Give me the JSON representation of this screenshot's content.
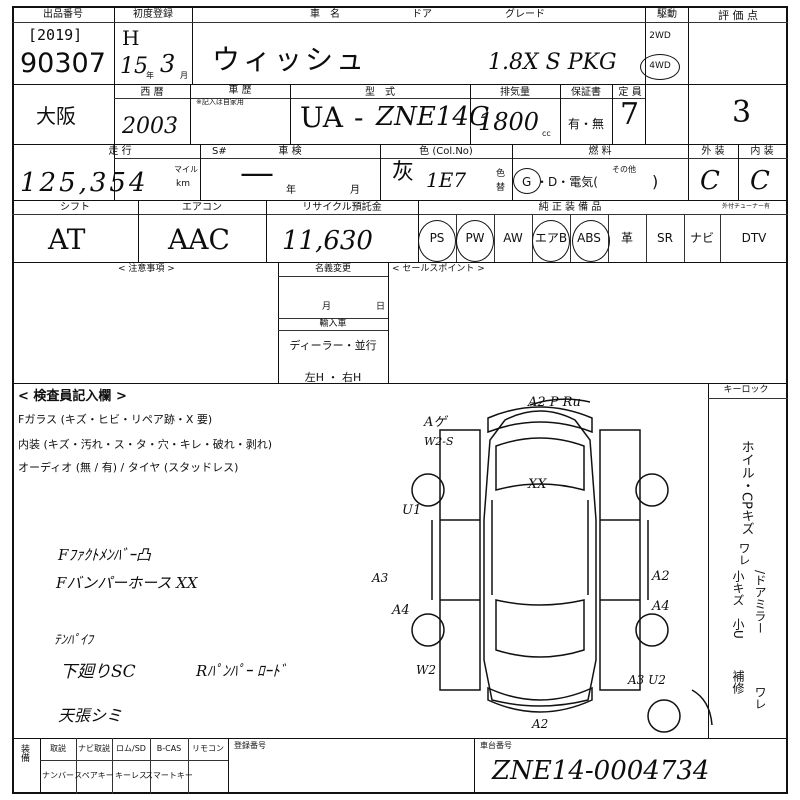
{
  "header": {
    "lot_label": "出品番号",
    "first_reg_label": "初度登録",
    "car_name_label": "車　名",
    "door_label": "ドア",
    "grade_label": "グレード",
    "drive_label": "駆動",
    "score_label": "評 価 点",
    "year_label": "[2019]",
    "lot_number": "90307",
    "era": "H",
    "reg_year": "15",
    "reg_year_unit": "年",
    "reg_month": "3",
    "reg_month_unit": "月",
    "car_name": "ウィッシュ",
    "grade": "1.8X S PKG",
    "drive_2wd": "2WD",
    "drive_4wd": "4WD"
  },
  "row2": {
    "location": "大阪",
    "western_year_label": "西 暦",
    "history_label": "車 歴",
    "history_note": "※記入は自家用",
    "model_label": "型　式",
    "displacement_label": "排気量",
    "warranty_label": "保証書",
    "capacity_label": "定 員",
    "western_year": "2003",
    "model_prefix": "UA",
    "model_dash": "-",
    "model_code": "ZNE14G",
    "displacement": "1800",
    "displacement_unit": "cc",
    "warranty_value": "有・無",
    "capacity": "7",
    "score": "3"
  },
  "row3": {
    "mileage_label": "走 行",
    "s_label": "S#",
    "inspection_label": "車 検",
    "color_label": "色 (Col.No)",
    "fuel_label": "燃 料",
    "exterior_label": "外 装",
    "interior_label": "内 装",
    "mileage": "125,354",
    "mile_unit": "マイル",
    "km_unit": "km",
    "inspection_dash": "—",
    "year_unit": "年",
    "month_unit": "月",
    "color_name": "灰",
    "color_code": "1E7",
    "color_side": "色",
    "color_side2": "替",
    "fuel_g": "G",
    "fuel_options": "・D・電気(",
    "fuel_close": ")",
    "fuel_other": "その他",
    "exterior_grade": "C",
    "interior_grade": "C"
  },
  "row4": {
    "shift_label": "シフト",
    "aircon_label": "エアコン",
    "recycle_label": "リサイクル預託金",
    "equip_label": "純 正 装 備 品",
    "tuner_label": "外付チューナー有",
    "shift": "AT",
    "aircon": "AAC",
    "recycle": "11,630",
    "equipment": [
      "PS",
      "PW",
      "AW",
      "エアB",
      "ABS",
      "革",
      "SR",
      "ナビ",
      "DTV"
    ]
  },
  "row5": {
    "notes_label": "< 注意事項 >",
    "name_change_label": "名義変更",
    "month_unit": "月",
    "day_unit": "日",
    "import_label": "輸入車",
    "dealer_label": "ディーラー・並行",
    "steering_label": "左H ・ 右H",
    "selling_label": "< セールスポイント >"
  },
  "inspector": {
    "title": "< 検査員記入欄 >",
    "line1": "Fガラス (キズ・ヒビ・リペア跡・X 要)",
    "line2": "内装 (キズ・汚れ・ス・タ・穴・キレ・破れ・剥れ)",
    "line3": "オーディオ (無 / 有) / タイヤ (スタッドレス)",
    "key_label": "キーロック",
    "wheel_note": "ホイル・CPキズ",
    "wheel_note2": "ワレ",
    "mirror_note": "/ドアミラー",
    "small_scratch": "小キズ",
    "small_u": "小U",
    "repair": "補修",
    "cracked": "ワレ",
    "hand1": "Fﾌｧｸﾄﾒﾝﾊﾞｰ凸",
    "hand2": "Fバンパーホース XX",
    "hand3": "ﾃﾝﾊﾟｲﾌ",
    "hand4": "下廻りSC",
    "hand5": "Rﾊﾟﾝﾊﾟｰ ﾛｰﾄﾞ",
    "hand6": "天張シミ",
    "diagram_marks": [
      "A2 P Ru",
      "Aゲ",
      "W2-S",
      "XX",
      "U1",
      "A3",
      "A4",
      "A2",
      "A4",
      "A3 U2",
      "W2",
      "A2"
    ]
  },
  "footer": {
    "equip_label": "装備",
    "cols_top": [
      "取説",
      "ナビ取説",
      "ロム/SD",
      "B-CAS",
      "リモコン"
    ],
    "cols_bottom": [
      "ナンバー",
      "スペアキー",
      "キーレス",
      "スマートキー"
    ],
    "reg_no_label": "登録番号",
    "chassis_label": "車台番号",
    "chassis_number": "ZNE14-0004734"
  }
}
